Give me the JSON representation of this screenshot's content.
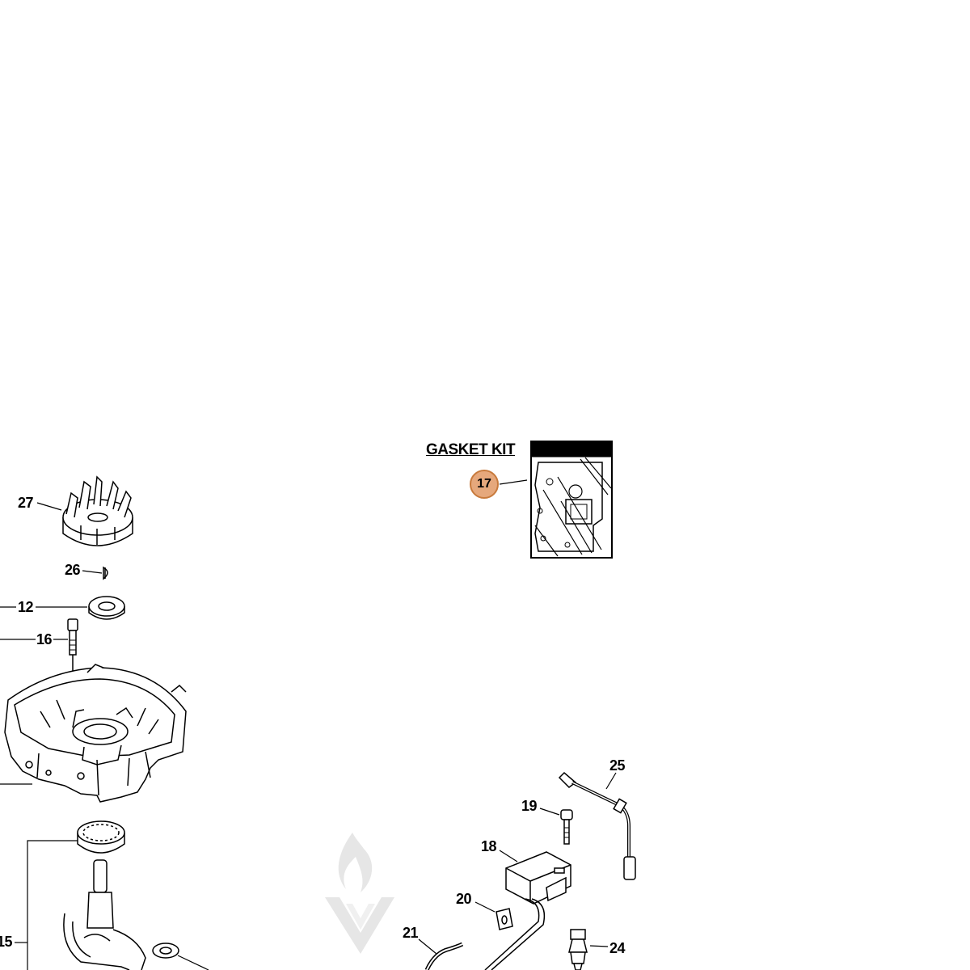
{
  "gasket_kit": {
    "title": "GASKET KIT",
    "callout": "17"
  },
  "callouts": {
    "c27": "27",
    "c26": "26",
    "c12": "12",
    "c16": "16",
    "c15": "15",
    "c25": "25",
    "c19": "19",
    "c18": "18",
    "c20": "20",
    "c21": "21",
    "c24": "24"
  },
  "colors": {
    "callout_fill": "#e6a87c",
    "callout_border": "#c87a3c",
    "line": "#000000",
    "watermark": "#e4e4e4"
  },
  "icons": {
    "watermark": "flame-logo-watermark"
  }
}
